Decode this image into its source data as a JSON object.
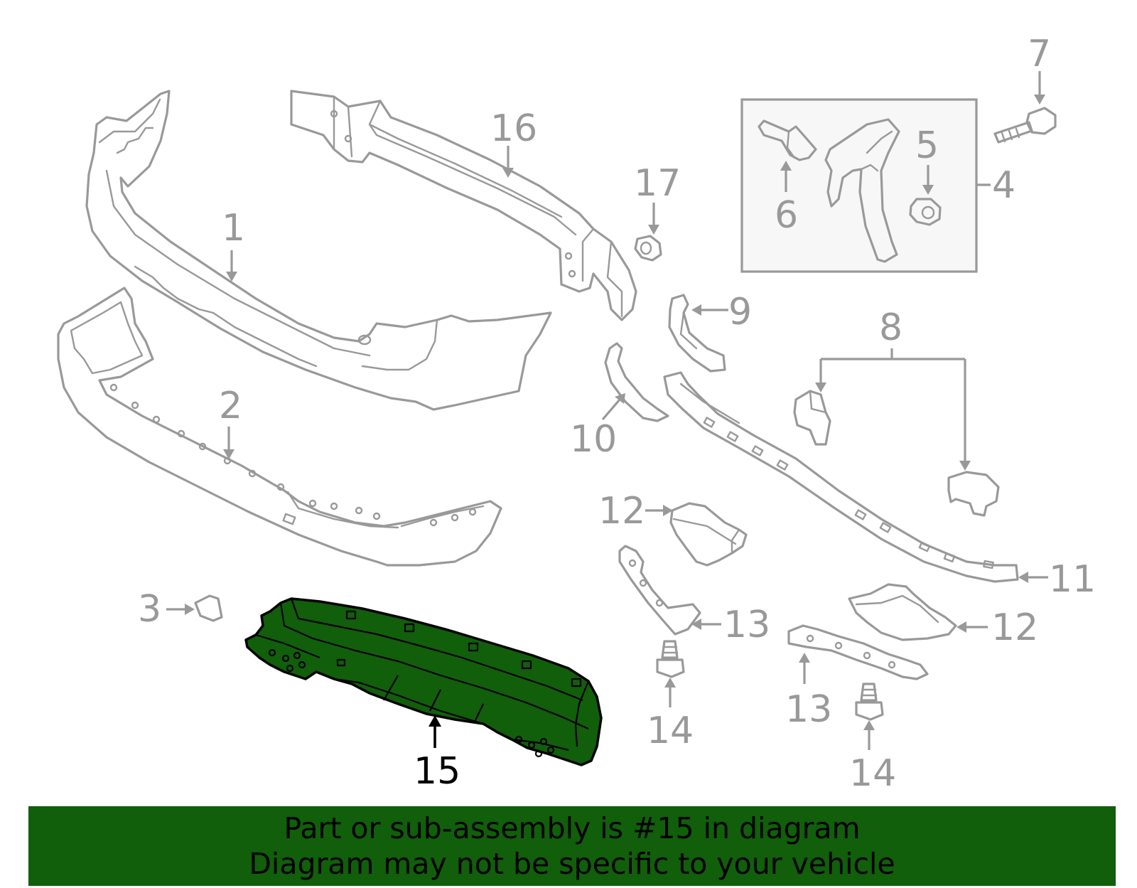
{
  "labels": {
    "p1": "1",
    "p2": "2",
    "p3": "3",
    "p4": "4",
    "p5": "5",
    "p6": "6",
    "p7": "7",
    "p8": "8",
    "p9": "9",
    "p10": "10",
    "p11": "11",
    "p12a": "12",
    "p12b": "12",
    "p13a": "13",
    "p13b": "13",
    "p14a": "14",
    "p14b": "14",
    "p15": "15",
    "p16": "16",
    "p17": "17"
  },
  "highlight": {
    "part": "15",
    "color": "#115e0b"
  },
  "footer": {
    "line1": "Part or sub-assembly is #15 in diagram",
    "line2": "Diagram may not be specific to your vehicle"
  }
}
